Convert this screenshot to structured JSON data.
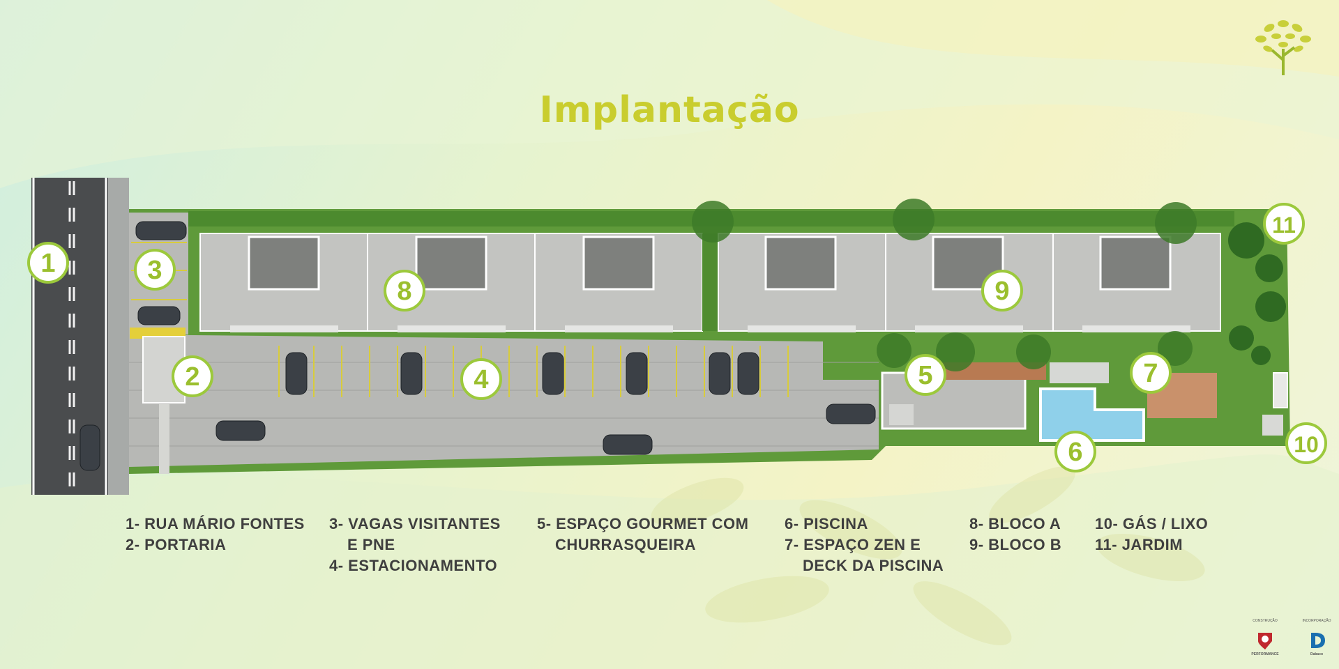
{
  "title": "Implantação",
  "markers": [
    "1",
    "2",
    "3",
    "4",
    "5",
    "6",
    "7",
    "8",
    "9",
    "10",
    "11"
  ],
  "legend": {
    "col1": [
      "1- RUA MÁRIO FONTES",
      "2- PORTARIA"
    ],
    "col2": [
      "3- VAGAS VISITANTES",
      "E PNE",
      "4- ESTACIONAMENTO"
    ],
    "col3": [
      "5- ESPAÇO GOURMET COM",
      "CHURRASQUEIRA"
    ],
    "col4": [
      "6- PISCINA",
      "7- ESPAÇO ZEN E",
      "DECK DA PISCINA"
    ],
    "col5": [
      "8- BLOCO A",
      "9- BLOCO B"
    ],
    "col6": [
      "10- GÁS / LIXO",
      "11- JARDIM"
    ]
  },
  "brands": {
    "left": {
      "caption": "CONSTRUÇÃO",
      "name": "PERFORMANCE"
    },
    "right": {
      "caption": "INCORPORAÇÃO",
      "name": "Dabaco"
    }
  },
  "colors": {
    "title": "#c9cd2e",
    "marker_fill": "#ffffff",
    "marker_ring": "#9cc93c",
    "marker_text": "#9bbf2e",
    "grass": "#5f9a3a",
    "pavement": "#b5b7b3",
    "road": "#4a4c4e",
    "pool": "#8fd0ea",
    "deck": "#c9916b"
  },
  "icons": [
    "tree-logo-icon",
    "palm-tree-icon",
    "car-icon",
    "shrub-icon"
  ]
}
